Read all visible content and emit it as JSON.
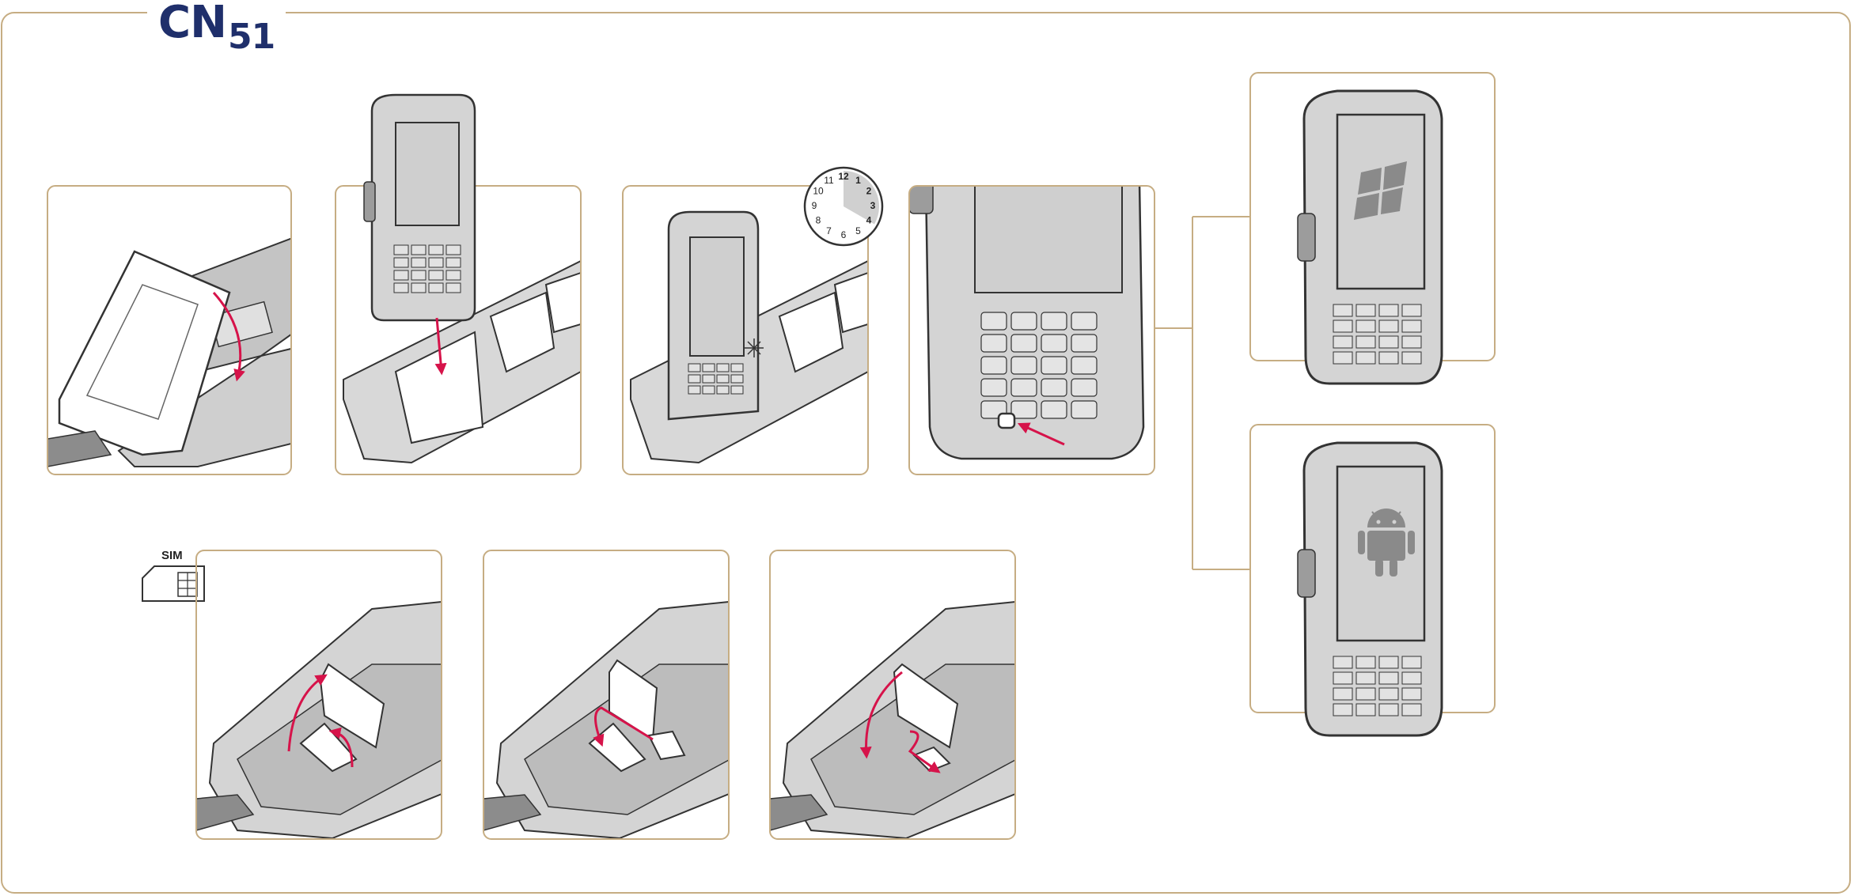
{
  "brand": {
    "model_prefix": "CN",
    "model_number": "51"
  },
  "sim_label": "SIM",
  "clock": {
    "numbers": [
      "12",
      "1",
      "2",
      "3",
      "4",
      "5",
      "6",
      "7",
      "8",
      "9",
      "10",
      "11"
    ],
    "highlight_hours": [
      12,
      4
    ]
  },
  "colors": {
    "frame": "#c6ad83",
    "brand": "#1f2f6b",
    "arrow": "#d6134a",
    "device_body": "#d4d4d4",
    "device_outline": "#333333",
    "screen": "#cfcfcf",
    "logo": "#8a8a8a"
  },
  "os_icons": [
    "windows-logo-icon",
    "android-logo-icon"
  ]
}
